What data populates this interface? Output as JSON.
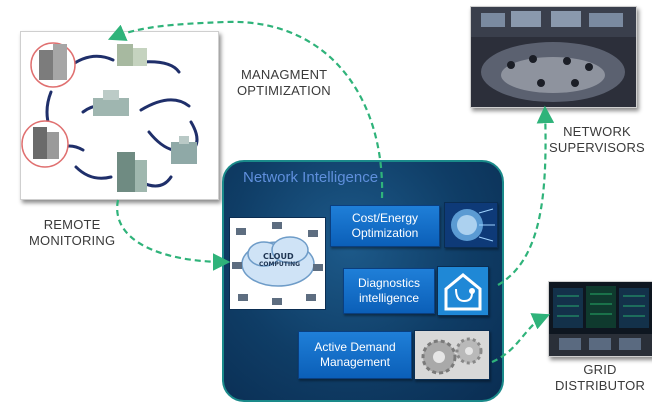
{
  "labels": {
    "remote_monitoring_1": "REMOTE",
    "remote_monitoring_2": "MONITORING",
    "management_1": "MANAGMENT",
    "management_2": "OPTIMIZATION",
    "supervisors_1": "NETWORK",
    "supervisors_2": "SUPERVISORS",
    "grid_1": "GRID",
    "grid_2": "DISTRIBUTOR"
  },
  "network_intelligence": {
    "title": "Network Intelligence",
    "cloud_line1": "CLOUD",
    "cloud_line2": "COMPUTING",
    "boxes": [
      {
        "line1": "Cost/Energy",
        "line2": "Optimization"
      },
      {
        "line1": "Diagnostics",
        "line2": "intelligence"
      },
      {
        "line1": "Active Demand",
        "line2": "Management"
      }
    ]
  },
  "colors": {
    "panel": "#0f3d66",
    "panel_border": "#1a8a8a",
    "box_blue": "#0b5fb8",
    "arrow": "#2fb37a",
    "remote_circle": "#e07070"
  }
}
